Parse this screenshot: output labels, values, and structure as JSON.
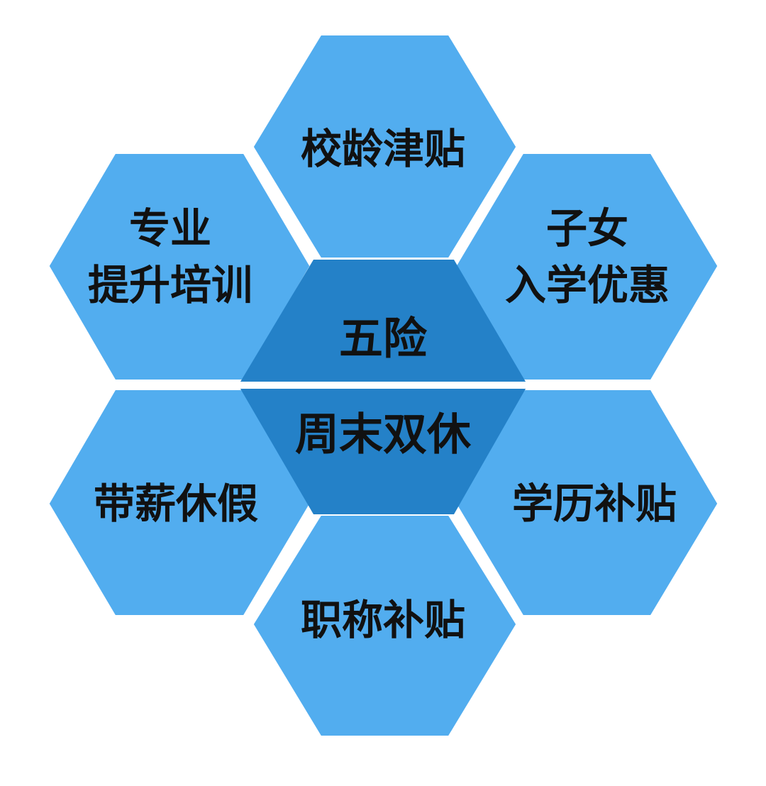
{
  "diagram": {
    "center": {
      "top_label": "五险",
      "bottom_label": "周末双休"
    },
    "outer": {
      "top": {
        "line1": "校龄津贴"
      },
      "top_right": {
        "line1": "子女",
        "line2": "入学优惠"
      },
      "bottom_right": {
        "line1": "学历补贴"
      },
      "bottom": {
        "line1": "职称补贴"
      },
      "bottom_left": {
        "line1": "带薪休假"
      },
      "top_left": {
        "line1": "专业",
        "line2": "提升培训"
      }
    },
    "colors": {
      "outer_fill": "#52ADEF",
      "center_fill": "#2481C8",
      "text": "#111111"
    }
  }
}
